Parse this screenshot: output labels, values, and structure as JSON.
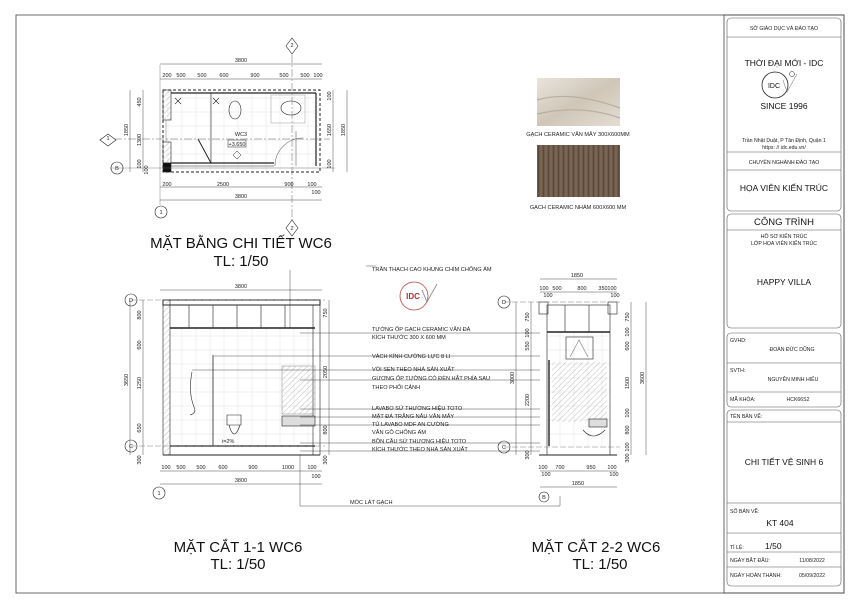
{
  "plan": {
    "title": "MẶT BẰNG CHI TIẾT WC6",
    "scale": "TL:  1/50",
    "room_name": "WC3",
    "room_level": "+3.650",
    "grid_b": "B",
    "grid_1": "1",
    "section_mark_1": "1",
    "section_mark_2": "2",
    "dims_top_total": "3800",
    "dims_top": [
      "200",
      "500",
      "500",
      "600",
      "900",
      "500",
      "500",
      "100"
    ],
    "dims_bottom": [
      "200",
      "2500",
      "900",
      "100",
      "100"
    ],
    "dims_bottom_total": "3800",
    "dims_left": [
      "450",
      "1300",
      "100",
      "100"
    ],
    "dims_left_total": "1850",
    "dims_right": [
      "100",
      "1650",
      "100"
    ],
    "dims_right_total": "1850"
  },
  "materials": [
    {
      "label": "GẠCH CERAMIC VÂN MÂY 300X600MM",
      "color": "#ddd6cb"
    },
    {
      "label": "GẠCH CERAMIC NHÁM 600X600 MM",
      "color": "#6b5848"
    }
  ],
  "section_1": {
    "title": "MẶT CẮT 1-1 WC6",
    "scale": "TL:  1/50",
    "grid_d": "D",
    "grid_c": "C",
    "grid_1": "1",
    "slope": "i=2%",
    "dims_top_total": "3800",
    "dims_left": [
      "800",
      "600",
      "1250",
      "650",
      "300"
    ],
    "dims_left_total": "3650",
    "dims_right": [
      "750",
      "2050",
      "800",
      "300"
    ],
    "dims_bottom": [
      "100",
      "500",
      "500",
      "600",
      "900",
      "1000",
      "100",
      "100"
    ],
    "dims_bottom_total": "3800"
  },
  "section_2": {
    "title": "MẶT CẮT 2-2  WC6",
    "scale": "TL:  1/50",
    "grid_d": "D",
    "grid_c": "C",
    "grid_b": "B",
    "dims_top_total": "1850",
    "dims_top": [
      "100",
      "500",
      "800",
      "350",
      "100",
      "100",
      "100"
    ],
    "dims_left": [
      "750",
      "100",
      "550",
      "2200",
      "300"
    ],
    "dims_left_total": "3000",
    "dims_right": [
      "750",
      "100",
      "600",
      "1500",
      "100",
      "800",
      "100",
      "300"
    ],
    "dims_right_total": "3600",
    "dims_bottom": [
      "100",
      "700",
      "950",
      "100",
      "100",
      "100"
    ],
    "dims_bottom_total": "1850"
  },
  "annotations": [
    "TRẦN THẠCH CAO KHUNG CHÌM CHỐNG ẨM",
    "TƯỜNG ỐP GẠCH CERAMIC VÂN ĐÁ",
    "KÍCH THƯỚC 300 X 600 MM",
    "VÁCH KÍNH CƯỜNG LỰC 8 LI",
    "VÒI SEN THEO NHÀ SẢN XUẤT",
    "GƯƠNG ỐP TƯỜNG CÓ ĐÈN HẮT PHÍA SAU",
    "THEO PHỐI CẢNH",
    "LAVABO SỨ THƯƠNG HIỆU TOTO",
    "MẶT ĐÁ TRẮNG NÂU VÂN MÂY",
    "TỦ LAVABO MDF AN CƯỜNG",
    "VÂN GỖ CHỐNG ẨM",
    "BỒN CẦU SỨ THƯƠNG HIỆU TOTO",
    "KÍCH THƯỚC THEO NHÀ SẢN XUẤT",
    "MÓC LÁT GẠCH"
  ],
  "watermark_logo": "IDC",
  "title_block": {
    "department": "SỞ GIÁO DỤC VÀ ĐÀO TẠO",
    "school": "THỜI ĐẠI MỚI - IDC",
    "logo_text": "IDC",
    "since": "SINCE 1996",
    "address": "Trần Nhật Duật, P Tân Định, Quận 1",
    "website": "https: // idc.edu.vn/",
    "major_label": "CHUYÊN NGHÀNH ĐÀO TẠO",
    "major": "HỌA VIÊN KIẾN TRÚC",
    "project_label": "CÔNG TRÌNH",
    "project_sub1": "HỒ SƠ KIẾN TRÚC",
    "project_sub2": "LỚP HỌA VIÊN KIẾN TRÚC",
    "project_name": "HAPPY VILLA",
    "gvhd_label": "GVHD:",
    "gvhd": "ĐOÀN ĐỨC DŨNG",
    "svth_label": "SVTH:",
    "svth": "NGUYỄN MINH HIẾU",
    "course_label": "MÃ KHÓA:",
    "course": "HCK66S2",
    "drawing_name_label": "TÊN BẢN VẼ:",
    "drawing_name": "CHI TIẾT VỆ SINH 6",
    "drawing_no_label": "SỐ BẢN VẼ:",
    "drawing_no": "KT 404",
    "scale_label": "TỈ LỆ:",
    "scale": "1/50",
    "start_label": "NGÀY BẮT ĐẦU:",
    "start": "11/08/2022",
    "end_label": "NGÀY HOÀN THÀNH:",
    "end": "05/09/2022"
  }
}
